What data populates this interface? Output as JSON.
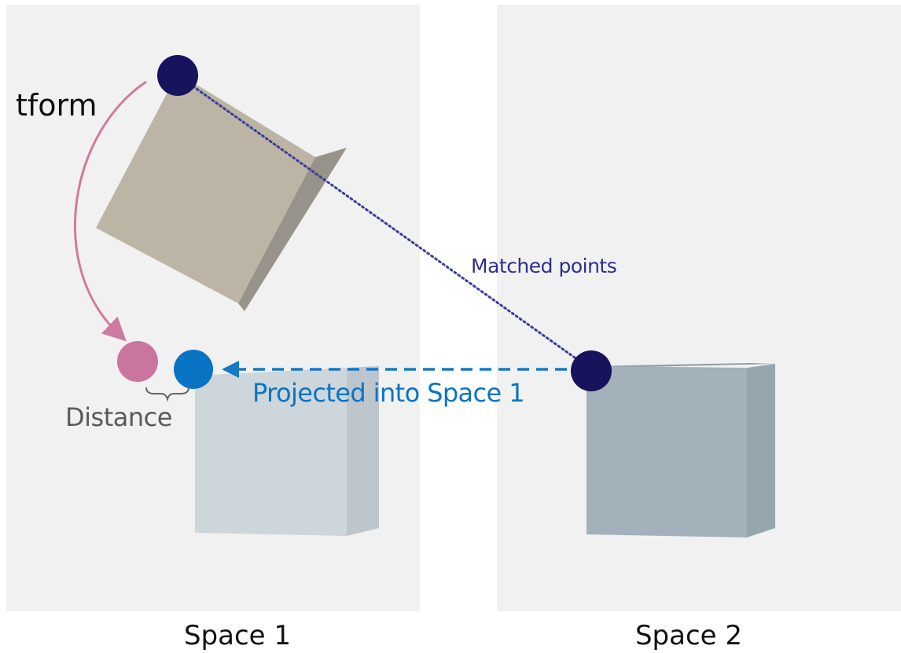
{
  "labels": {
    "tform": "tform",
    "matched_points": "Matched points",
    "projected": "Projected into Space 1",
    "distance": "Distance",
    "space1": "Space 1",
    "space2": "Space 2"
  },
  "colors": {
    "panel": "#f1f1f1",
    "dark_point": "#17135c",
    "projected_point": "#0a74c4",
    "transformed_point": "#c9759e",
    "tform_arrow": "#cf7aa2",
    "matched_line": "#3a3c9e",
    "projected_line": "#1679c6",
    "tilted_cube_front": "#bcb4a4",
    "tilted_cube_side": "#97928a",
    "ghost_cube_front": "#cdd6db",
    "ghost_cube_side": "#bcc6cc",
    "cube2_front": "#a2b1ba",
    "cube2_side": "#96a6af",
    "label_text": "#111111",
    "distance_text": "#5a5a5a"
  }
}
